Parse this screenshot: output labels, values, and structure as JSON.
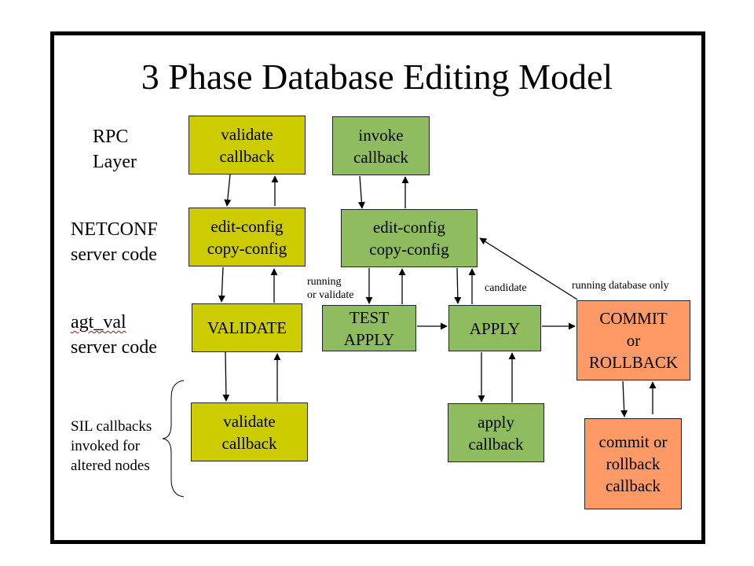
{
  "title": "3 Phase Database Editing Model",
  "layers": {
    "rpc": [
      "RPC",
      "Layer"
    ],
    "netconf": [
      "NETCONF",
      "server code"
    ],
    "agt_val": [
      "agt_val",
      "server code"
    ],
    "sil": [
      "SIL callbacks",
      "invoked for",
      "altered nodes"
    ]
  },
  "boxes": {
    "validate_callback_top": [
      "validate",
      "callback"
    ],
    "invoke_callback": [
      "invoke",
      "callback"
    ],
    "edit_config_left": [
      "edit-config",
      "copy-config"
    ],
    "edit_config_right": [
      "edit-config",
      "copy-config"
    ],
    "validate": "VALIDATE",
    "test_apply": [
      "TEST",
      "APPLY"
    ],
    "apply": "APPLY",
    "commit_rollback": [
      "COMMIT",
      "or",
      "ROLLBACK"
    ],
    "validate_callback_bottom": [
      "validate",
      "callback"
    ],
    "apply_callback": [
      "apply",
      "callback"
    ],
    "commit_rollback_callback": [
      "commit or",
      "rollback",
      "callback"
    ]
  },
  "labels": {
    "running_or_validate": [
      "running",
      "or validate"
    ],
    "candidate": "candidate",
    "running_database_only": "running database only"
  },
  "colors": {
    "yellow_box": "#cccc00",
    "green_box": "#8fbc5f",
    "orange_box": "#ff9966"
  }
}
